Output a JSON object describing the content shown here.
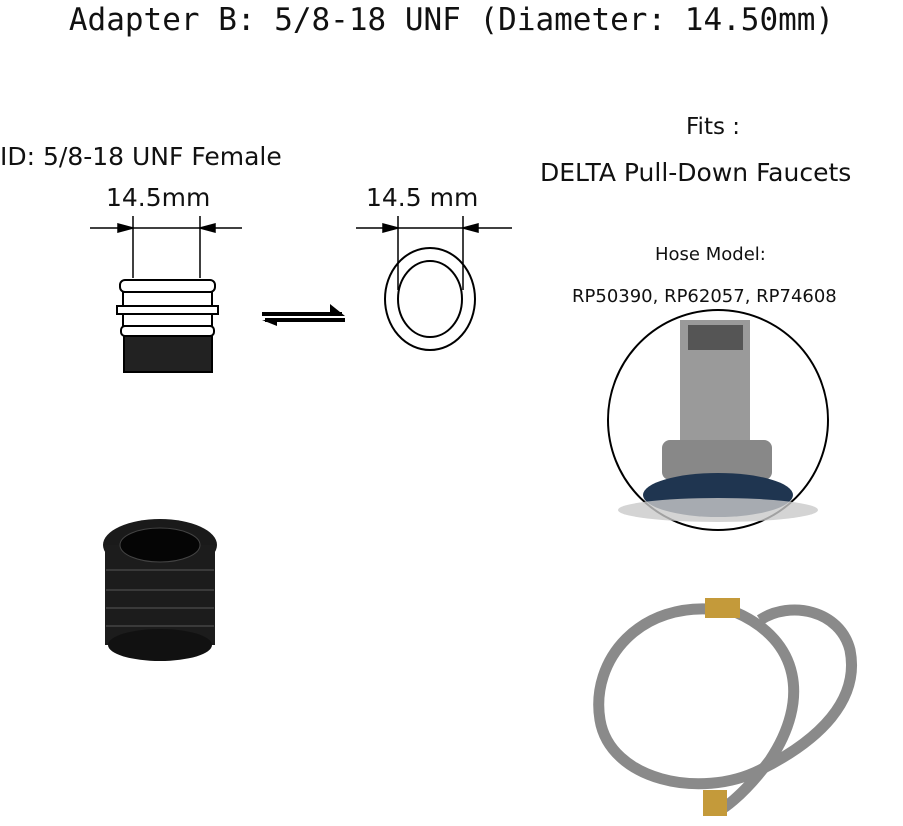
{
  "title": "Adapter B: 5/8-18 UNF (Diameter: 14.50mm)",
  "left_label": "ID: 5/8-18 UNF Female",
  "dim_left": "14.5mm",
  "dim_right": "14.5 mm",
  "fits_label": "Fits :",
  "fits_value": "DELTA Pull-Down Faucets",
  "hose_model_label": "Hose Model:",
  "hose_models": "RP50390, RP62057, RP74608"
}
